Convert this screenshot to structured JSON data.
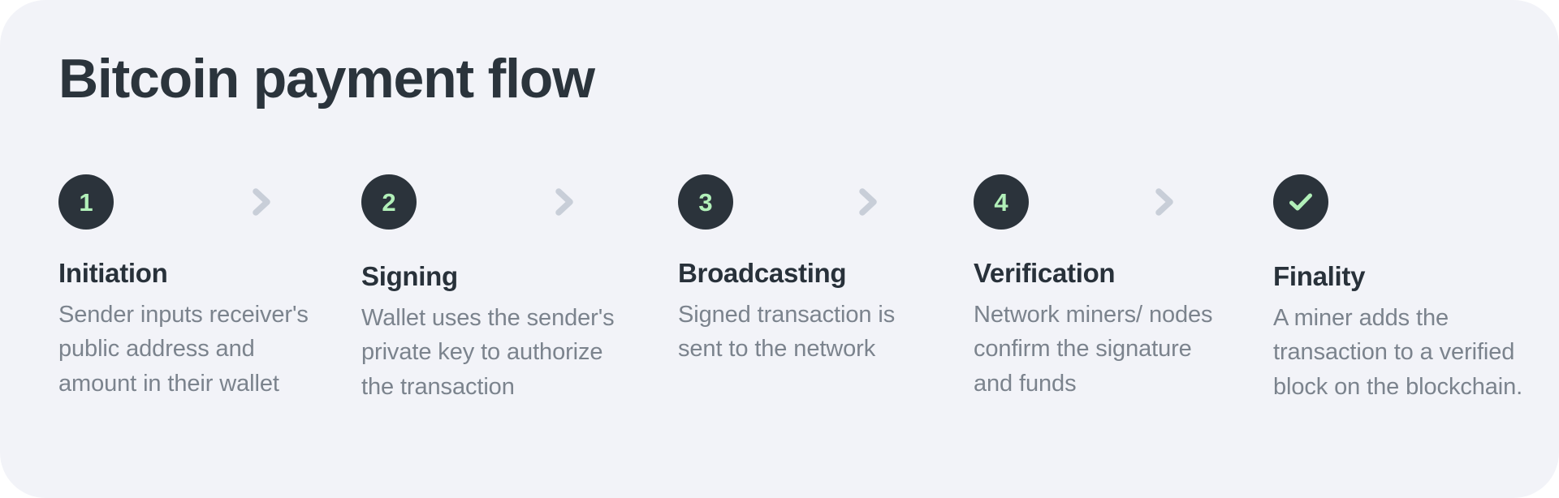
{
  "card": {
    "background_color": "#f2f3f8",
    "page_background_color": "#ffffff"
  },
  "header": {
    "title": "Bitcoin payment flow",
    "title_color": "#2b343c"
  },
  "colors": {
    "badge_background": "#2b333b",
    "badge_text": "#b2f0b9",
    "chevron": "#c8ced8",
    "step_title": "#28313a",
    "step_description": "#7b838d"
  },
  "flow": {
    "separator_icon": "chevron-right-icon",
    "steps": [
      {
        "badge": "1",
        "badge_type": "number",
        "title": "Initiation",
        "description": "Sender inputs receiver's public address and amount in their wallet"
      },
      {
        "badge": "2",
        "badge_type": "number",
        "title": "Signing",
        "description": "Wallet uses the sender's private key to authorize the transaction"
      },
      {
        "badge": "3",
        "badge_type": "number",
        "title": "Broadcasting",
        "description": "Signed transaction is sent to the network"
      },
      {
        "badge": "4",
        "badge_type": "number",
        "title": "Verification",
        "description": "Network miners/ nodes confirm the signature and funds"
      },
      {
        "badge": "",
        "badge_type": "check",
        "title": "Finality",
        "description": "A miner adds the transaction to a verified block on the blockchain."
      }
    ]
  }
}
